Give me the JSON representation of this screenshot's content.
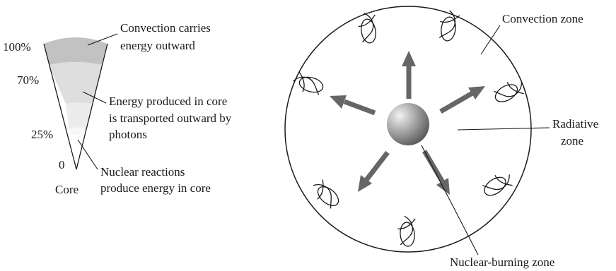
{
  "wedge": {
    "scale": {
      "p100": "100%",
      "p70": "70%",
      "p25": "25%",
      "p0": "0"
    },
    "core_label": "Core",
    "notes": {
      "convection_line1": "Convection carries",
      "convection_line2": "energy outward",
      "radiative_line1": "Energy produced in core",
      "radiative_line2": "is transported outward by",
      "radiative_line3": "photons",
      "nuclear_line1": "Nuclear reactions",
      "nuclear_line2": "produce energy in core"
    },
    "colors": {
      "convection_band": "#c2c2c2",
      "radiative_band": "#e3e3e3",
      "core_band": "#f2f2f2"
    }
  },
  "cross_section": {
    "labels": {
      "convection_zone": "Convection zone",
      "radiative_line1": "Radiative",
      "radiative_line2": "zone",
      "nuclear_burning_zone": "Nuclear-burning zone"
    },
    "colors": {
      "outline": "#1a1a1a",
      "arrow": "#666666",
      "core_light": "#f2f2f2",
      "core_dark": "#4a4a4a"
    },
    "icons": {
      "convection_cell": "convection-loop-icon",
      "arrow": "radial-arrow-icon"
    }
  }
}
